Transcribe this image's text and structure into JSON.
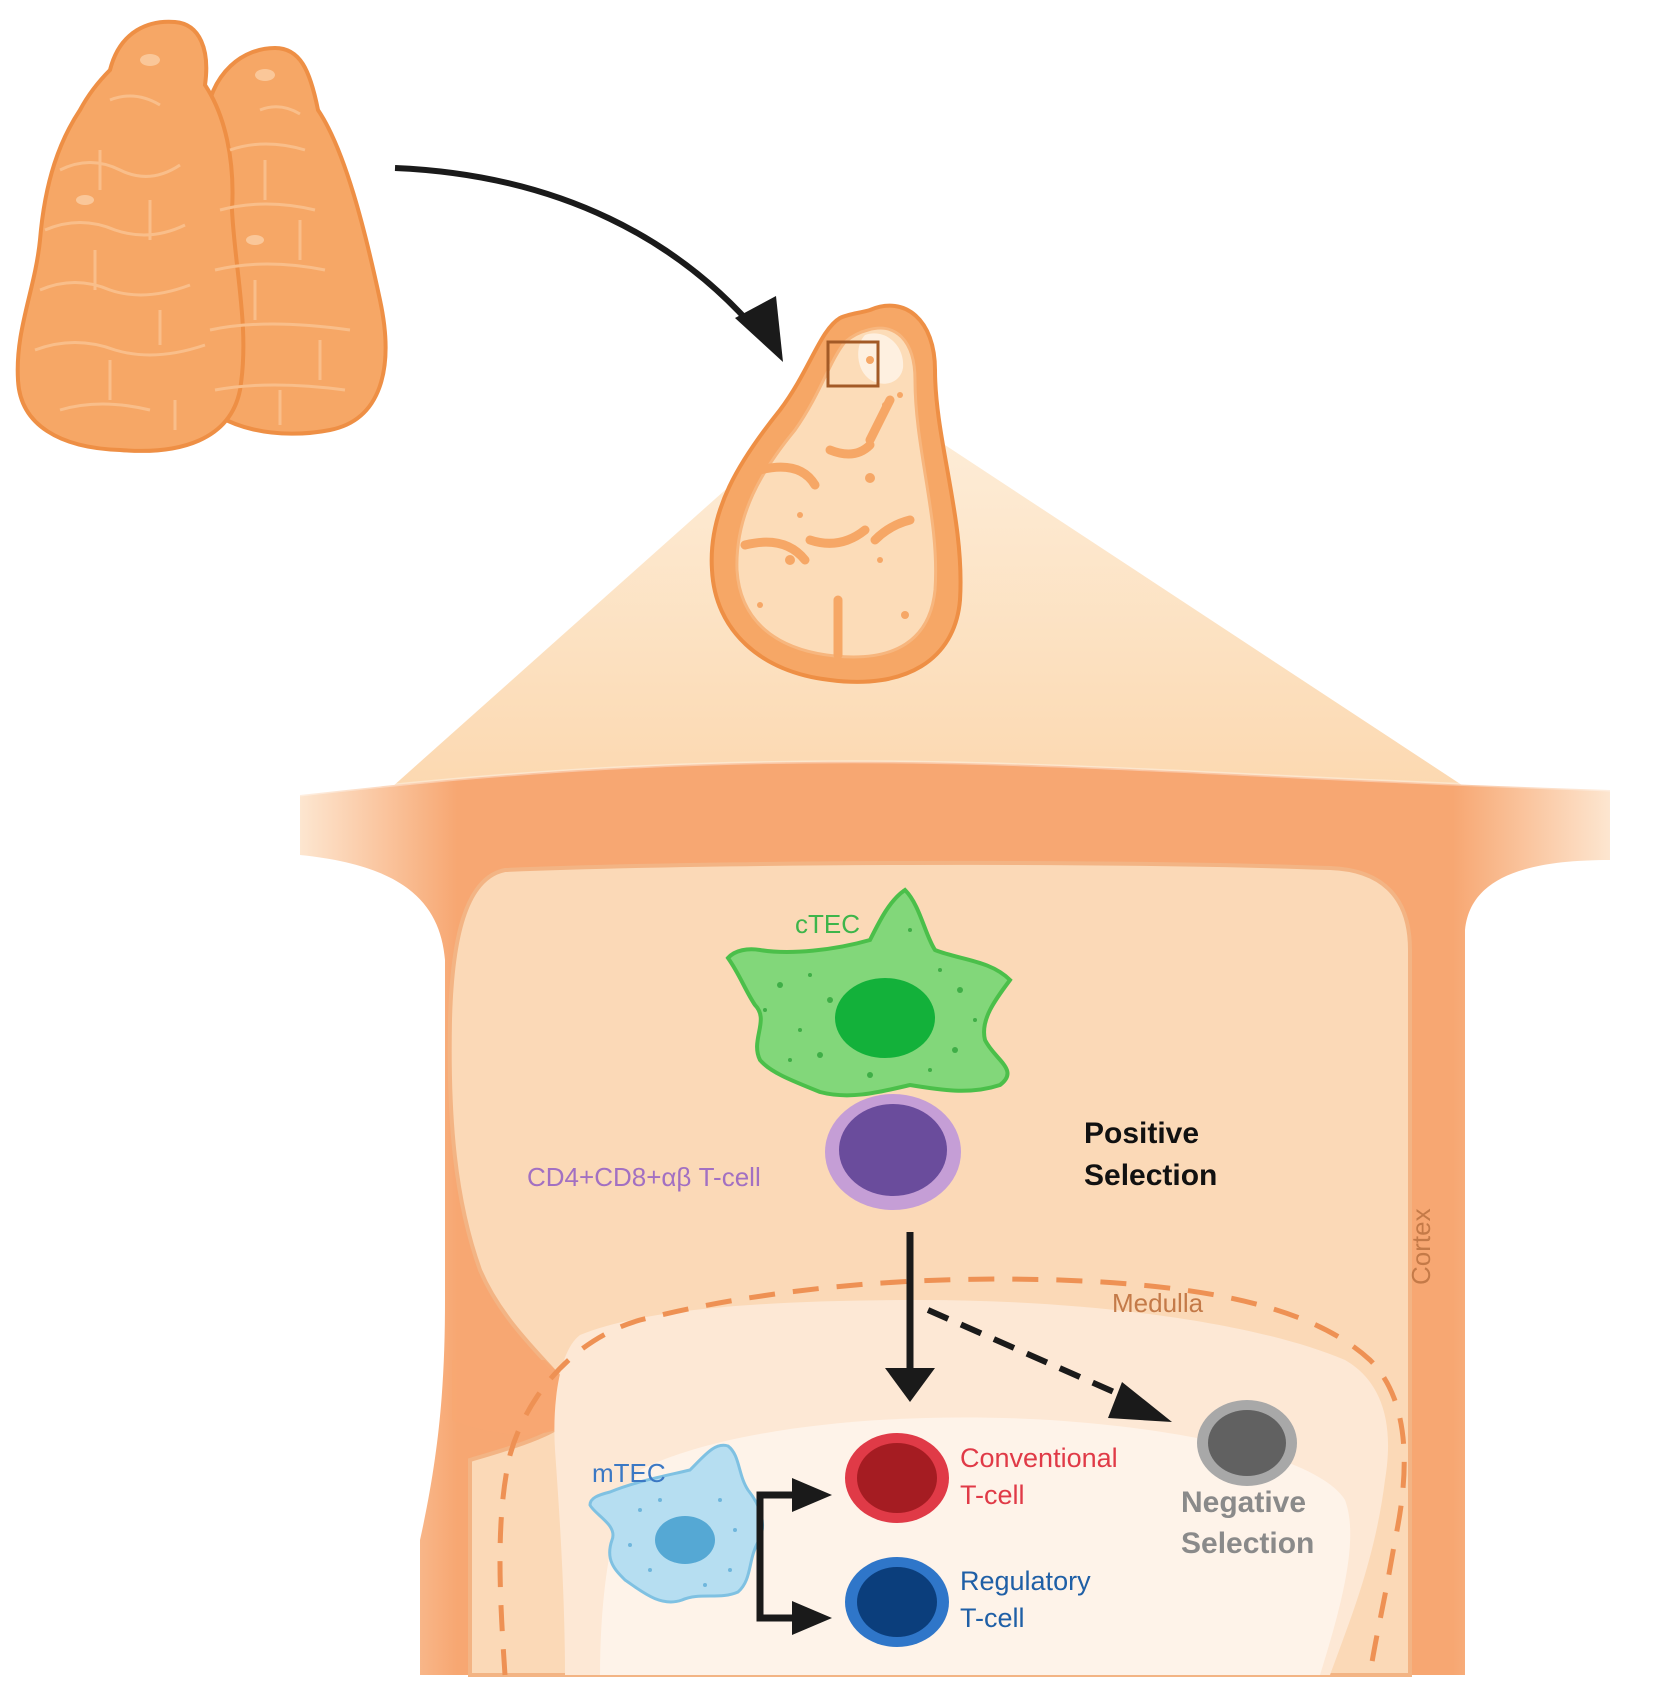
{
  "labels": {
    "ctec": "cTEC",
    "dp_tcell": "CD4+CD8+αβ T-cell",
    "positive_line1": "Positive",
    "positive_line2": "Selection",
    "cortex": "Cortex",
    "medulla": "Medulla",
    "mtec": "mTEC",
    "conventional_line1": "Conventional",
    "conventional_line2": "T-cell",
    "regulatory_line1": "Regulatory",
    "regulatory_line2": "T-cell",
    "negative_line1": "Negative",
    "negative_line2": "Selection"
  },
  "colors": {
    "organ_orange": "#f6a766",
    "organ_outline": "#ee8f45",
    "capsule": "#f7a772",
    "cortex_fill": "#fbd9b7",
    "medulla_fill": "#fde8d5",
    "medulla_inner": "#fef2e8",
    "ctec_green": "#7fd47a",
    "ctec_nucleus": "#14b339",
    "dp_purple": "#6a4c9c",
    "dp_ring": "#c59ed6",
    "conventional_red": "#e03a47",
    "conventional_nucleus": "#a51c22",
    "regulatory_blue": "#2f76c9",
    "regulatory_nucleus": "#0b3e7c",
    "negative_gray": "#808080",
    "negative_nucleus": "#5e5e5e",
    "mtec_light": "#a9d8ee",
    "mtec_nucleus": "#55a8d4",
    "arrow": "#1a1a1a"
  },
  "icons": {
    "whole_thymus": "thymus-organ-icon",
    "lobe_section": "thymus-lobe-section-icon",
    "ctec_cell": "cortical-epithelial-cell-icon",
    "mtec_cell": "medullary-epithelial-cell-icon"
  }
}
